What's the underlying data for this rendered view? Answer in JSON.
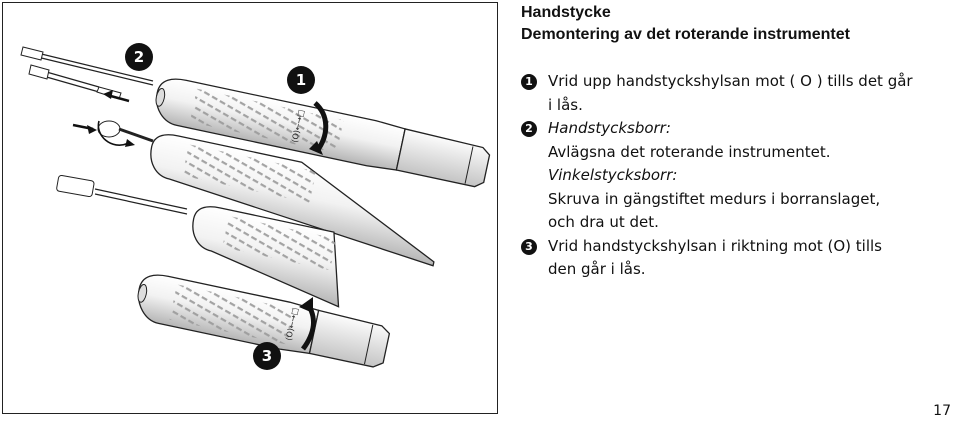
{
  "header": {
    "title": "Handstycke",
    "subtitle": "Demontering av det roterande instrumentet"
  },
  "figure": {
    "callouts": [
      "2",
      "1",
      "3"
    ],
    "sleeve_marking": "(O)←→□"
  },
  "steps": [
    {
      "number": "1",
      "lines": [
        "Vrid upp handstyckshylsan mot ( O ) tills det går",
        "i lås."
      ]
    },
    {
      "number": "2",
      "handpiece_label": "Handstycksborr:",
      "handpiece_text": "Avlägsna det roterande instrumentet.",
      "angle_label": "Vinkelstycksborr:",
      "angle_lines": [
        "Skruva in gängstiftet medurs i borranslaget,",
        "och dra ut det."
      ]
    },
    {
      "number": "3",
      "lines": [
        "Vrid handstyckshylsan i riktning mot (O) tills",
        "den går i lås."
      ]
    }
  ],
  "footer": {
    "page_number": "17"
  }
}
